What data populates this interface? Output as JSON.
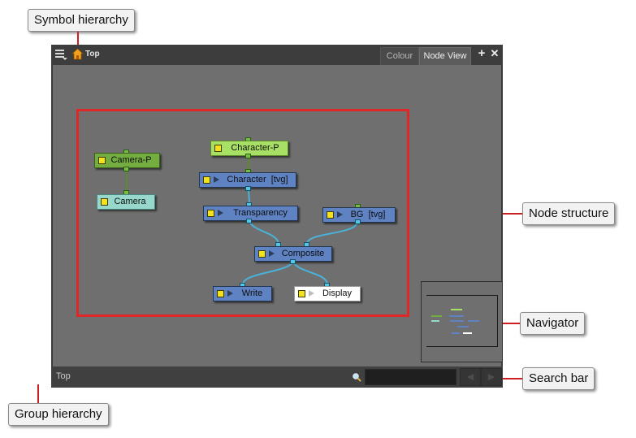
{
  "callouts": {
    "symbol_hierarchy": "Symbol hierarchy",
    "node_structure": "Node structure",
    "navigator": "Navigator",
    "search_bar": "Search bar",
    "group_hierarchy": "Group hierarchy"
  },
  "titlebar": {
    "top_label": "Top",
    "tabs": [
      {
        "label": "Colour",
        "active": false
      },
      {
        "label": "Node View",
        "active": true
      }
    ]
  },
  "statusbar": {
    "group_text": "Top"
  },
  "nodes": {
    "character_p": "Character-P",
    "camera_p": "Camera-P",
    "character": "Character  [tvg]",
    "camera": "Camera",
    "transparency": "Transparency",
    "bg": "BG  [tvg]",
    "composite": "Composite",
    "write": "Write",
    "display": "Display"
  },
  "icons": {
    "menu": "menu-icon",
    "home": "home-icon",
    "add": "plus-icon",
    "close": "close-icon",
    "search": "search-icon",
    "prev": "chevron-left-icon",
    "next": "chevron-right-icon"
  },
  "colors": {
    "highlight": "#e02727",
    "output_node": "#5f82c2",
    "peg_node": "#73ad40",
    "camera_node": "#98d7cc",
    "cable": "#4ab2d8"
  }
}
